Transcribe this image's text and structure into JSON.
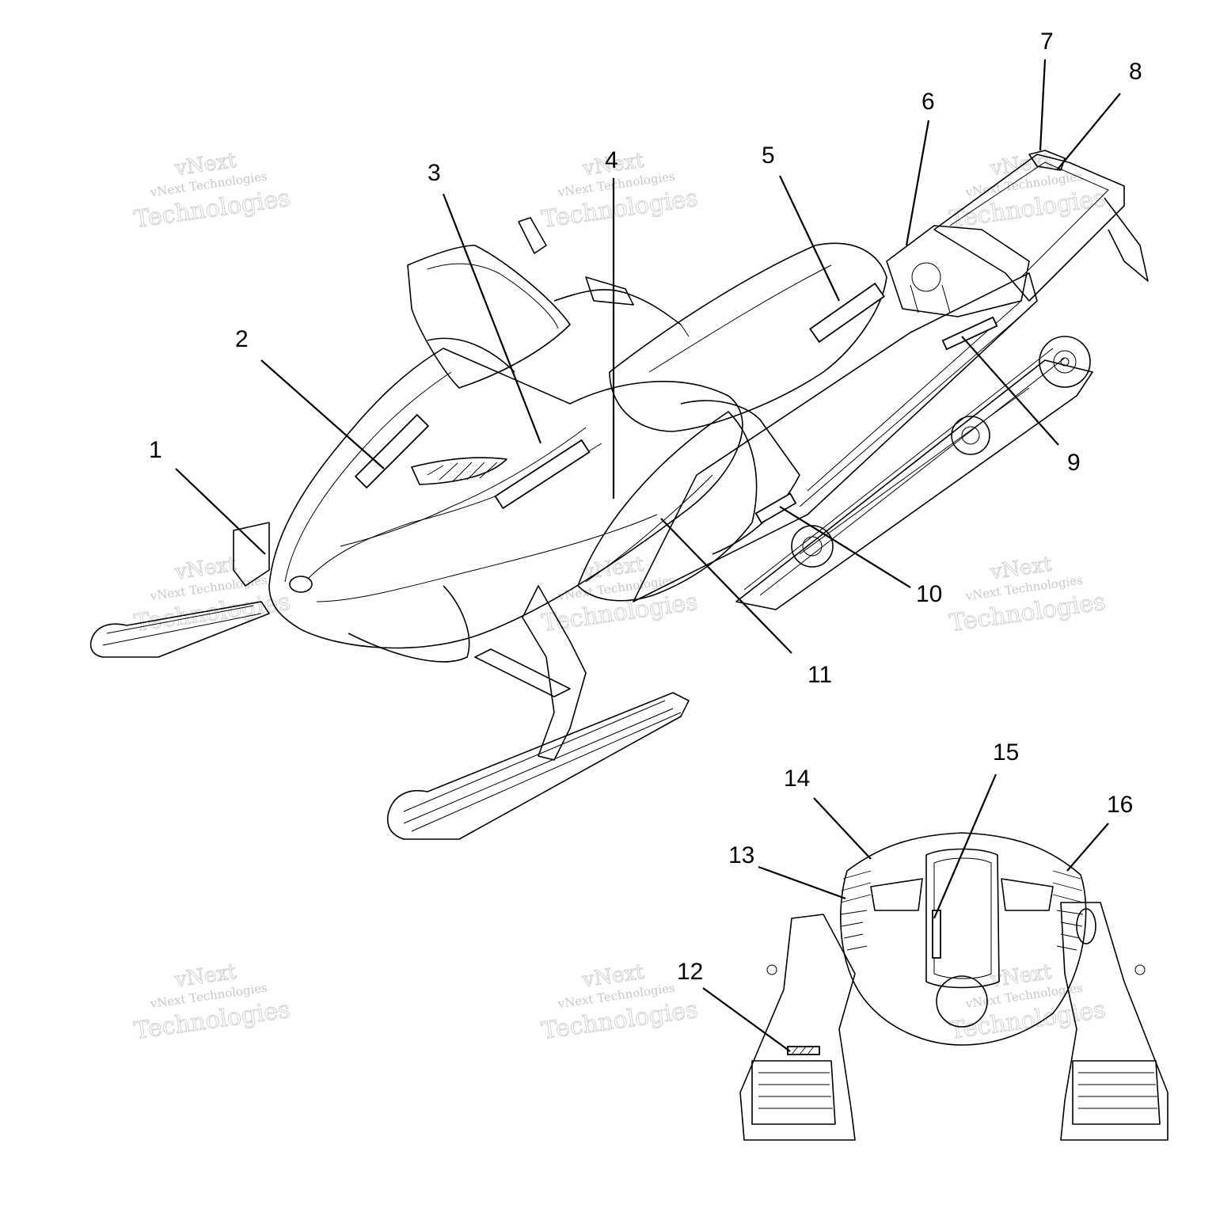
{
  "callouts": [
    {
      "id": "1",
      "label": "1"
    },
    {
      "id": "2",
      "label": "2"
    },
    {
      "id": "3",
      "label": "3"
    },
    {
      "id": "4",
      "label": "4"
    },
    {
      "id": "5",
      "label": "5"
    },
    {
      "id": "6",
      "label": "6"
    },
    {
      "id": "7",
      "label": "7"
    },
    {
      "id": "8",
      "label": "8"
    },
    {
      "id": "9",
      "label": "9"
    },
    {
      "id": "10",
      "label": "10"
    },
    {
      "id": "11",
      "label": "11"
    },
    {
      "id": "12",
      "label": "12"
    },
    {
      "id": "13",
      "label": "13"
    },
    {
      "id": "14",
      "label": "14"
    },
    {
      "id": "15",
      "label": "15"
    },
    {
      "id": "16",
      "label": "16"
    }
  ],
  "watermark": {
    "line1": "vNext",
    "line2": "vNext Technologies",
    "line3": "Technologies"
  }
}
